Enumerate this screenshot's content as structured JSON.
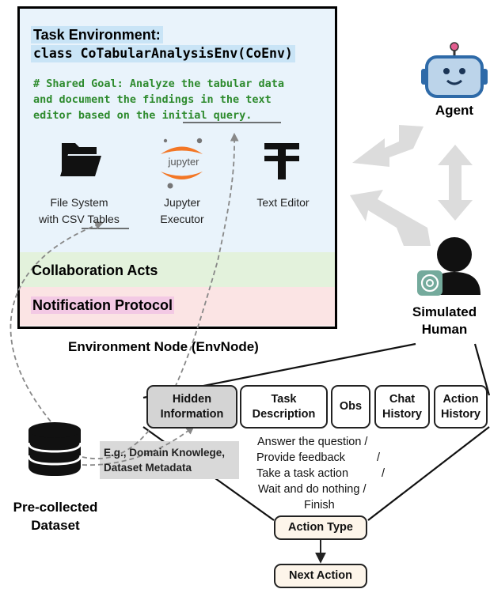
{
  "env": {
    "title": "Task Environment:",
    "class_line": "class CoTabularAnalysisEnv(CoEnv)",
    "goal_line1": "# Shared Goal: Analyze the tabular data",
    "goal_line2": "and document the findings in the text",
    "goal_line3_a": "editor based on the ",
    "goal_line3_b": "initial query",
    "goal_line3_c": ".",
    "tool1_line1": "File System",
    "tool1_line2a": "with ",
    "tool1_line2b": "CSV Tables",
    "tool2_line1": "Jupyter",
    "tool2_line2": "Executor",
    "tool3_line1": "Text Editor",
    "jupyter_logo_text": "jupyter",
    "collab": "Collaboration Acts",
    "notif": "Notification Protocol",
    "caption": "Environment Node (EnvNode)"
  },
  "agent": {
    "label": "Agent"
  },
  "human": {
    "label_line1": "Simulated",
    "label_line2": "Human"
  },
  "human_boxes": {
    "hidden_line1": "Hidden",
    "hidden_line2": "Information",
    "task_line1": "Task",
    "task_line2": "Description",
    "obs": "Obs",
    "chat_line1": "Chat",
    "chat_line2": "History",
    "action_line1": "Action",
    "action_line2": "History"
  },
  "actions": {
    "a1": "Answer the question /",
    "a2": "Provide feedback",
    "a2_slash": "/",
    "a3": "Take a task action",
    "a3_slash": "/",
    "a4": "Wait and do nothing /",
    "a5": "Finish",
    "type": "Action Type",
    "next": "Next Action"
  },
  "dataset": {
    "note_line1": "E.g., Domain Knowlege,",
    "note_line2": "Dataset Metadata",
    "label_line1": "Pre-collected",
    "label_line2": "Dataset"
  },
  "colors": {
    "task_bg": "#e9f3fb",
    "collab_bg": "#e3f2dc",
    "notif_bg": "#fbe4e4",
    "goal_text": "#2e8b2e",
    "arrow_gray": "#dcdcdc",
    "hidden_box": "#d4d4d4",
    "action_box": "#fdf5ea"
  }
}
